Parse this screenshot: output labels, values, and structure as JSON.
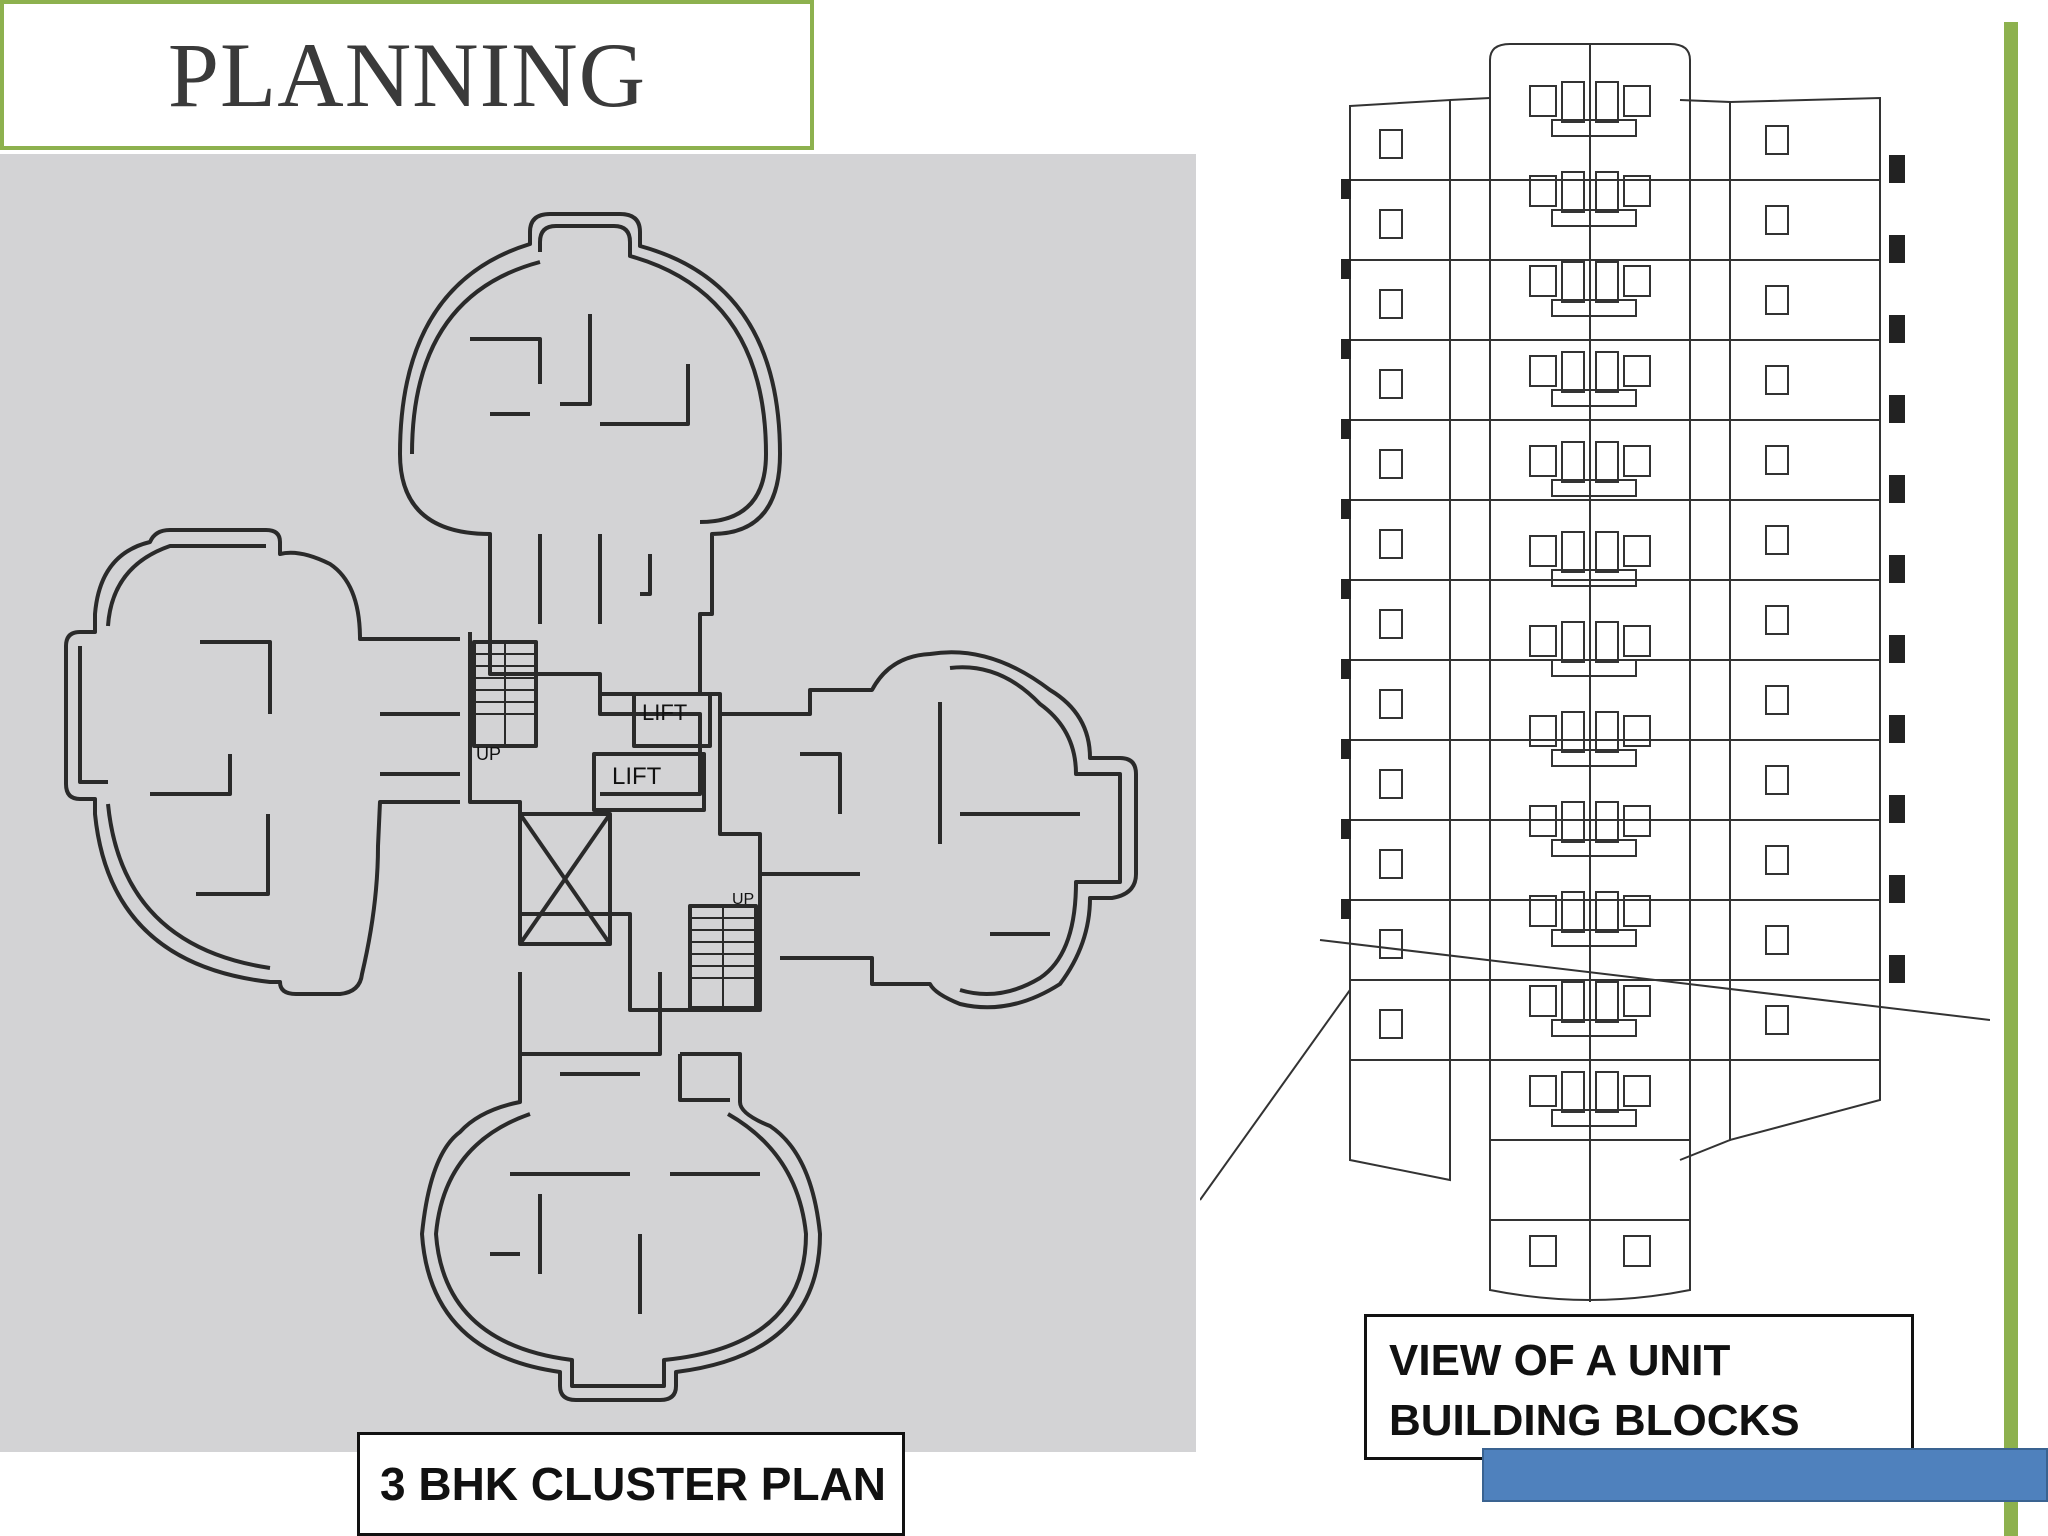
{
  "slide": {
    "title": "PLANNING",
    "plan_caption": "3 BHK CLUSTER PLAN",
    "view_caption_line1": "VIEW OF A UNIT",
    "view_caption_line2": "BUILDING BLOCKS"
  },
  "plan_labels": {
    "lift_1": "LIFT",
    "lift_2": "LIFT",
    "up_1": "UP",
    "up_2": "UP"
  },
  "colors": {
    "accent_green": "#8db14e",
    "accent_blue": "#4f81bd",
    "plan_background": "#d3d3d5"
  }
}
